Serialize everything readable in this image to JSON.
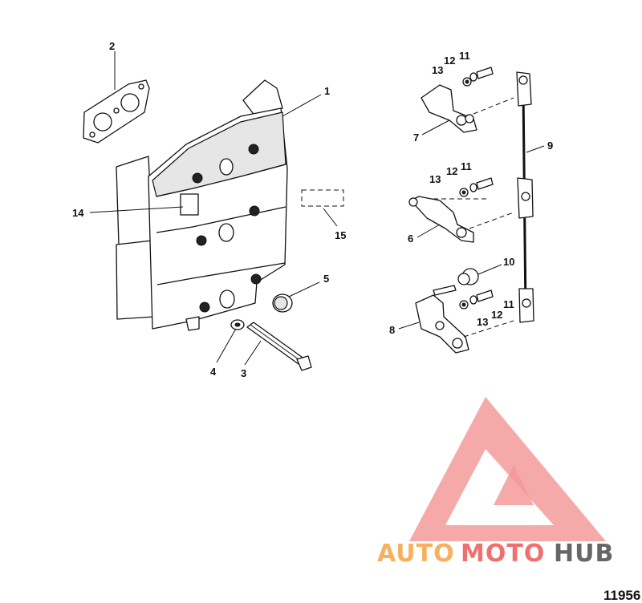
{
  "diagram": {
    "callouts": [
      "1",
      "2",
      "3",
      "4",
      "5",
      "6",
      "7",
      "8",
      "9",
      "10",
      "11",
      "12",
      "13",
      "14",
      "15"
    ],
    "callouts_group_top": {
      "a": "13",
      "b": "12",
      "c": "11"
    },
    "callouts_group_mid": {
      "a": "13",
      "b": "12",
      "c": "11"
    },
    "callouts_group_bot": {
      "a": "11",
      "b": "12",
      "c": "13"
    },
    "figure_number": "11956"
  },
  "watermark": {
    "part1": "AUTO",
    "part2": "MOTO",
    "part3": "HUB",
    "color_primary": "#f07070",
    "color_secondary": "#f8c070",
    "color_tertiary": "#666666"
  }
}
